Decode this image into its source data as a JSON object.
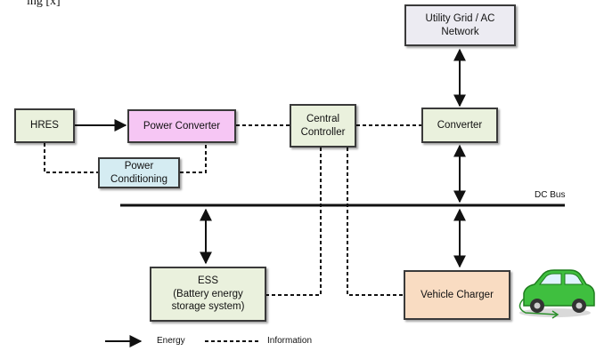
{
  "caption_fragment": "ing [x]",
  "nodes": {
    "hres": "HRES",
    "power_converter": "Power Converter",
    "power_conditioning": "Power\nConditioning",
    "central_controller": "Central\nController",
    "converter": "Converter",
    "utility_grid": "Utility Grid / AC\nNetwork",
    "ess": "ESS\n(Battery energy\nstorage system)",
    "vehicle_charger": "Vehicle Charger"
  },
  "dc_bus_label": "DC Bus",
  "legend": {
    "energy": "Energy",
    "information": "Information"
  },
  "colors": {
    "green_box": "#eaf1dd",
    "pink_box": "#f6c6f4",
    "blue_box": "#d5ecf2",
    "gray_box": "#ecebf2",
    "car_green": "#3fbf3f"
  }
}
